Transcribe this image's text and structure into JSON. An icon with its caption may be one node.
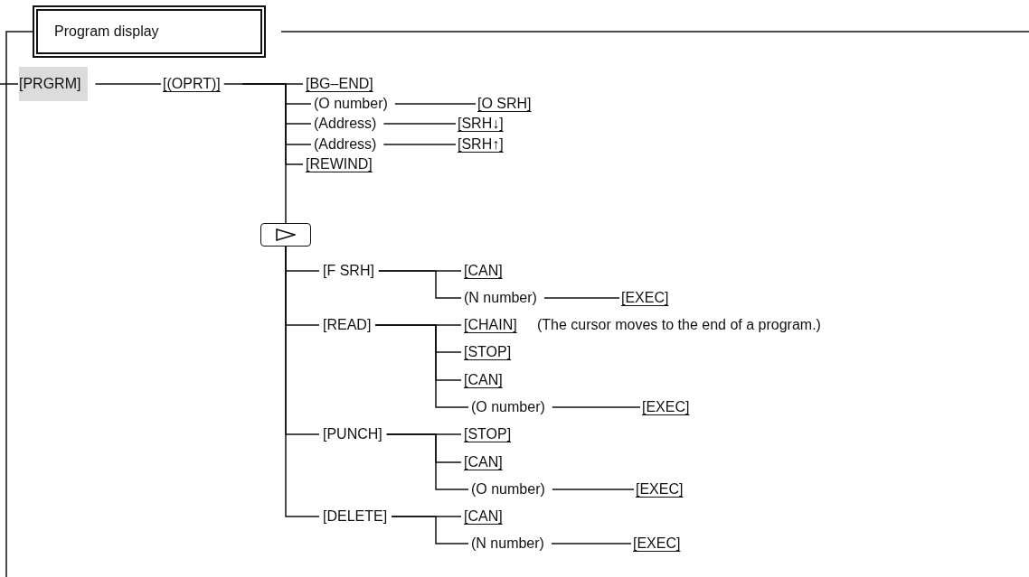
{
  "diagram": {
    "nodes": [
      {
        "text": [
          "Program display"
        ]
      },
      {
        "text": [
          "[PRGRM]"
        ]
      },
      {
        "text": [
          "[(OPRT)]"
        ]
      },
      {
        "text": [
          "[BG–END]"
        ]
      },
      {
        "text": [
          "(O number)"
        ]
      },
      {
        "text": [
          "[O SRH]"
        ]
      },
      {
        "text": [
          "(Address)"
        ]
      },
      {
        "text": [
          "[SRH↓]"
        ]
      },
      {
        "text": [
          "(Address)"
        ]
      },
      {
        "text": [
          "[SRH↑]"
        ]
      },
      {
        "text": [
          "[REWIND]"
        ]
      },
      {
        "text": [],
        "shape": "box"
      },
      {
        "text": [
          "[F SRH]"
        ]
      },
      {
        "text": [
          "[CAN]"
        ]
      },
      {
        "text": [
          "(N number)"
        ]
      },
      {
        "text": [
          "[EXEC]"
        ]
      },
      {
        "text": [
          "[READ]"
        ]
      },
      {
        "text": [
          "[CHAIN]"
        ],
        "beside": [
          "(The cursor moves to the end of a program.)"
        ]
      },
      {
        "text": [
          "[STOP]"
        ]
      },
      {
        "text": [
          "[CAN]"
        ]
      },
      {
        "text": [
          "(O number)"
        ]
      },
      {
        "text": [
          "[EXEC]"
        ]
      },
      {
        "text": [
          "[PUNCH]"
        ]
      },
      {
        "text": [
          "[STOP]"
        ]
      },
      {
        "text": [
          "[CAN]"
        ]
      },
      {
        "text": [
          "(O number)"
        ]
      },
      {
        "text": [
          "[EXEC]"
        ]
      },
      {
        "text": [
          "[DELETE]"
        ]
      },
      {
        "text": [
          "[CAN]"
        ]
      },
      {
        "text": [
          "(N number)"
        ]
      },
      {
        "text": [
          "[EXEC]"
        ]
      }
    ],
    "edges": [
      {
        "from": 0,
        "to": 1,
        "arrow": "none"
      },
      {
        "from": 1,
        "to": 2,
        "arrow": "none"
      },
      {
        "from": 2,
        "to": 3,
        "arrow": "none"
      },
      {
        "from": 2,
        "to": 4,
        "arrow": "none"
      },
      {
        "from": 2,
        "to": 6,
        "arrow": "none"
      },
      {
        "from": 2,
        "to": 8,
        "arrow": "none"
      },
      {
        "from": 2,
        "to": 10,
        "arrow": "none"
      },
      {
        "from": 2,
        "to": 11,
        "arrow": "none"
      },
      {
        "from": 4,
        "to": 5,
        "arrow": "none"
      },
      {
        "from": 6,
        "to": 7,
        "arrow": "none"
      },
      {
        "from": 8,
        "to": 9,
        "arrow": "none"
      },
      {
        "from": 11,
        "to": 12,
        "arrow": "none"
      },
      {
        "from": 11,
        "to": 16,
        "arrow": "none"
      },
      {
        "from": 11,
        "to": 22,
        "arrow": "none"
      },
      {
        "from": 11,
        "to": 27,
        "arrow": "none"
      },
      {
        "from": 12,
        "to": 13,
        "arrow": "none"
      },
      {
        "from": 12,
        "to": 14,
        "arrow": "none"
      },
      {
        "from": 14,
        "to": 15,
        "arrow": "none"
      },
      {
        "from": 16,
        "to": 17,
        "arrow": "none"
      },
      {
        "from": 16,
        "to": 18,
        "arrow": "none"
      },
      {
        "from": 16,
        "to": 19,
        "arrow": "none"
      },
      {
        "from": 16,
        "to": 20,
        "arrow": "none"
      },
      {
        "from": 20,
        "to": 21,
        "arrow": "none"
      },
      {
        "from": 22,
        "to": 23,
        "arrow": "none"
      },
      {
        "from": 22,
        "to": 24,
        "arrow": "none"
      },
      {
        "from": 22,
        "to": 25,
        "arrow": "none"
      },
      {
        "from": 25,
        "to": 26,
        "arrow": "none"
      },
      {
        "from": 27,
        "to": 28,
        "arrow": "none"
      },
      {
        "from": 27,
        "to": 29,
        "arrow": "none"
      },
      {
        "from": 29,
        "to": 30,
        "arrow": "none"
      }
    ]
  }
}
